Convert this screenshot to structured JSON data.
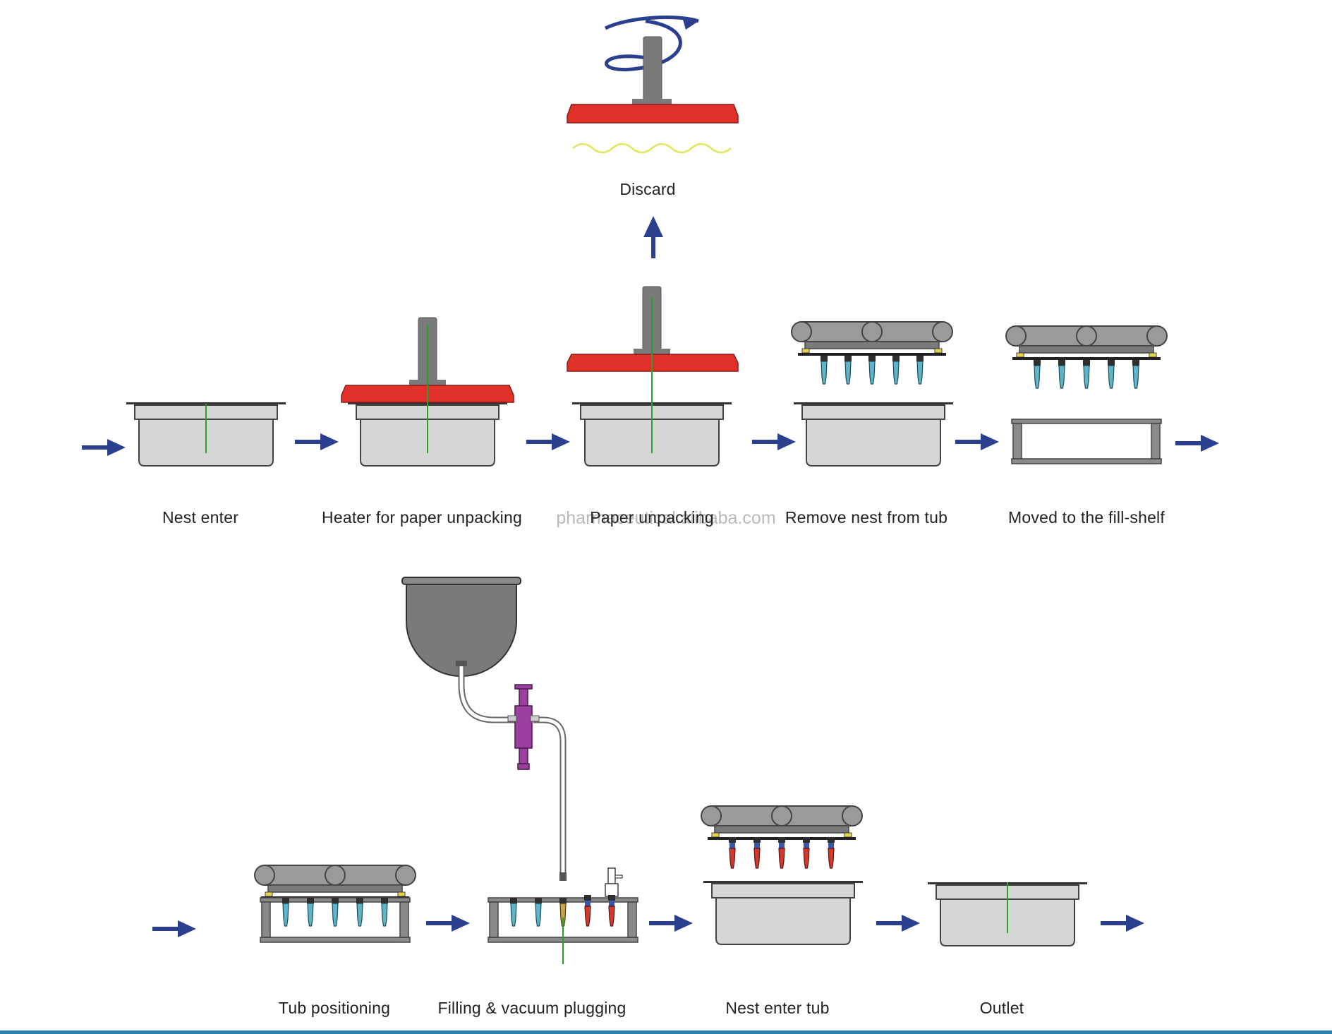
{
  "colors": {
    "arrow": "#2b3f8f",
    "tub_fill": "#d6d6d6",
    "tub_stroke": "#444444",
    "heater_red": "#e0302a",
    "rod_gray": "#7a7a7a",
    "needle_blue": "#5fb4c7",
    "needle_red": "#d23a2f",
    "valve_purple": "#9b3f9e",
    "center_line": "#2aa02a",
    "wave_yellow": "#e3e55a",
    "footer_rule": "#2a7fb0"
  },
  "discard": {
    "label": "Discard"
  },
  "steps_row1": [
    {
      "label": "Nest enter"
    },
    {
      "label": "Heater for paper unpacking"
    },
    {
      "label": "Paper unpacking"
    },
    {
      "label": "Remove nest from tub"
    },
    {
      "label": "Moved to the fill-shelf"
    }
  ],
  "steps_row2": [
    {
      "label": "Tub positioning"
    },
    {
      "label": "Filling & vacuum plugging"
    },
    {
      "label": "Nest enter tub"
    },
    {
      "label": "Outlet"
    }
  ],
  "watermark": "pharmaceutical.alibaba.com"
}
